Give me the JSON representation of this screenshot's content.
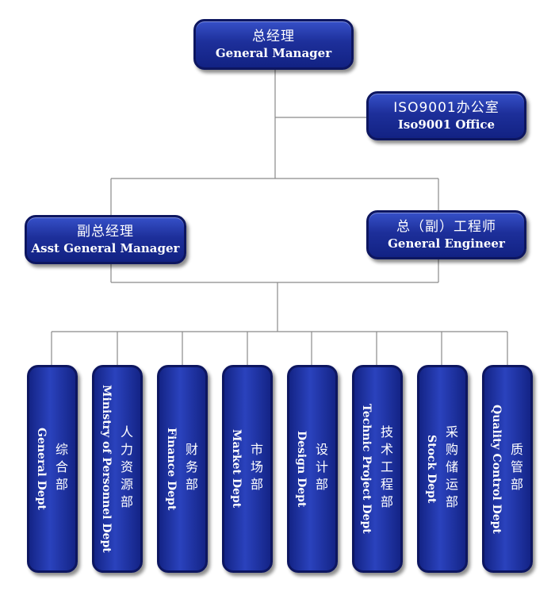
{
  "general_manager": {
    "zh": "总经理",
    "en": "General Manager"
  },
  "iso_office": {
    "zh": "ISO9001办公室",
    "en": "Iso9001 Office"
  },
  "asst_general_manager": {
    "zh": "副总经理",
    "en": "Asst General Manager"
  },
  "general_engineer": {
    "zh": "总（副）工程师",
    "en": "General Engineer"
  },
  "departments": [
    {
      "zh": "综合部",
      "en": "General Dept"
    },
    {
      "zh": "人力资源部",
      "en": "Ministry of Personnel Dept"
    },
    {
      "zh": "财务部",
      "en": "Finance Dept"
    },
    {
      "zh": "市场部",
      "en": "Market Dept"
    },
    {
      "zh": "设计部",
      "en": "Design Dept"
    },
    {
      "zh": "技术工程部",
      "en": "Technic Project Dept"
    },
    {
      "zh": "采购储运部",
      "en": "Stock Dept"
    },
    {
      "zh": "质管部",
      "en": "Quality Control Dept"
    }
  ]
}
